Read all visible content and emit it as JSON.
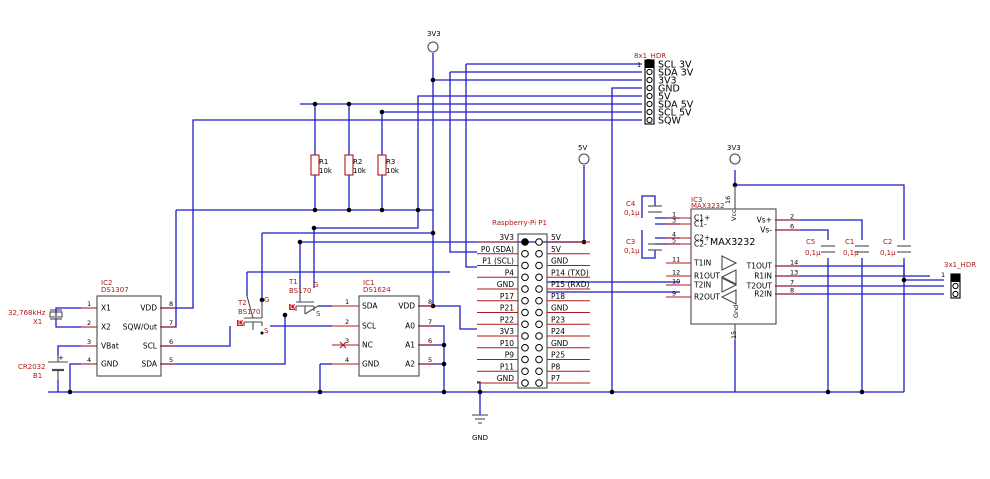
{
  "nets": {
    "v33": "3V3",
    "v5": "5V",
    "gnd": "GND"
  },
  "ds1307": {
    "name": "IC2",
    "value": "DS1307",
    "left_pins": [
      [
        "1",
        "X1"
      ],
      [
        "2",
        "X2"
      ],
      [
        "3",
        "VBat"
      ],
      [
        "4",
        "GND"
      ]
    ],
    "right_pins": [
      [
        "8",
        "VDD"
      ],
      [
        "7",
        "SQW/Out"
      ],
      [
        "6",
        "SCL"
      ],
      [
        "5",
        "SDA"
      ]
    ]
  },
  "ds1624": {
    "name": "IC1",
    "value": "DS1624",
    "left_pins": [
      [
        "1",
        "SDA"
      ],
      [
        "2",
        "SCL"
      ],
      [
        "3",
        "NC"
      ],
      [
        "4",
        "GND"
      ]
    ],
    "right_pins": [
      [
        "8",
        "VDD"
      ],
      [
        "7",
        "A0"
      ],
      [
        "6",
        "A1"
      ],
      [
        "5",
        "A2"
      ]
    ]
  },
  "max3232": {
    "name": "IC3",
    "value": "MAX3232",
    "title": "MAX3232",
    "left_pins": [
      [
        "1",
        "C1+"
      ],
      [
        "3",
        "C1-"
      ],
      [
        "4",
        "C2+"
      ],
      [
        "5",
        "C2-"
      ],
      [
        "11",
        "T1IN"
      ],
      [
        "12",
        "R1OUT"
      ],
      [
        "10",
        "T2IN"
      ],
      [
        "9",
        "R2OUT"
      ]
    ],
    "right_pins": [
      [
        "2",
        "Vs+"
      ],
      [
        "6",
        "Vs-"
      ],
      [
        "14",
        "T1OUT"
      ],
      [
        "13",
        "R1IN"
      ],
      [
        "7",
        "T2OUT"
      ],
      [
        "8",
        "R2IN"
      ]
    ],
    "vcc": "Vcc",
    "vcc_pin": "16",
    "gnd": "Gnd",
    "gnd_pin": "15"
  },
  "rpi": {
    "name": "Raspberry-Pi P1",
    "left": [
      "3V3",
      "P0 (SDA)",
      "P1 (SCL)",
      "P4",
      "GND",
      "P17",
      "P21",
      "P22",
      "3V3",
      "P10",
      "P9",
      "P11",
      "GND"
    ],
    "right": [
      "5V",
      "5V",
      "GND",
      "P14 (TXD)",
      "P15 (RXD)",
      "P18",
      "GND",
      "P23",
      "P24",
      "GND",
      "P25",
      "P8",
      "P7"
    ]
  },
  "hdr8": {
    "name": "8x1_HDR",
    "pin1": "1",
    "labels": [
      "SCL 3V",
      "SDA 3V",
      "3V3",
      "GND",
      "5V",
      "SDA 5V",
      "SCL 5V",
      "SQW"
    ]
  },
  "hdr3": {
    "name": "3x1_HDR",
    "pin1": "1"
  },
  "resistors": [
    {
      "name": "R1",
      "value": "10k"
    },
    {
      "name": "R2",
      "value": "10k"
    },
    {
      "name": "R3",
      "value": "10k"
    }
  ],
  "caps": {
    "c1": {
      "name": "C1",
      "value": "0,1µ"
    },
    "c2": {
      "name": "C2",
      "value": "0,1µ"
    },
    "c3": {
      "name": "C3",
      "value": "0,1µ"
    },
    "c4": {
      "name": "C4",
      "value": "0,1µ"
    },
    "c5": {
      "name": "C5",
      "value": "0,1µ"
    }
  },
  "t1": {
    "name": "T1",
    "value": "BS170",
    "d": "D",
    "g": "G",
    "s": "S"
  },
  "t2": {
    "name": "T2",
    "value": "BS170",
    "d": "D",
    "g": "G",
    "s": "S"
  },
  "x1": {
    "name": "X1",
    "value": "32,768kHz"
  },
  "b1": {
    "name": "B1",
    "value": "CR2032",
    "plus": "+"
  }
}
